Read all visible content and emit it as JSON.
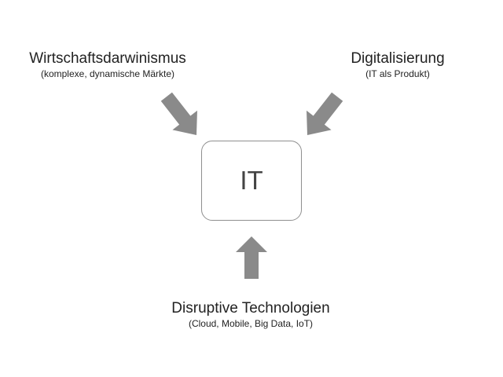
{
  "center": {
    "label": "IT"
  },
  "forces": [
    {
      "title": "Wirtschaftsdarwinismus",
      "subtitle": "(komplexe, dynamische Märkte)"
    },
    {
      "title": "Digitalisierung",
      "subtitle": "(IT als Produkt)"
    },
    {
      "title": "Disruptive Technologien",
      "subtitle": "(Cloud, Mobile, Big Data, IoT)"
    }
  ],
  "colors": {
    "arrow": "#8a8a8a",
    "box_border": "#8f8f8f"
  }
}
